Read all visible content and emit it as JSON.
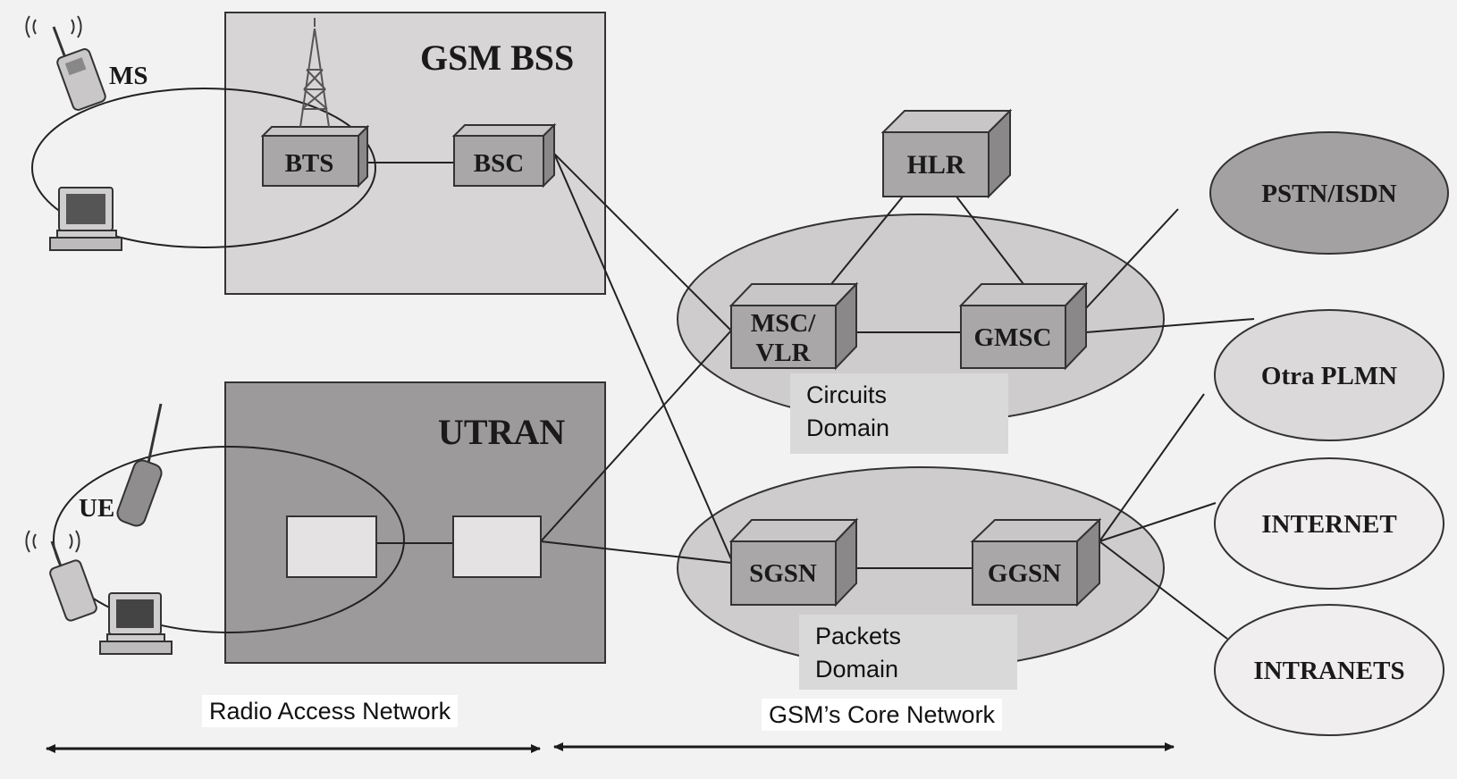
{
  "ran": {
    "gsm_bss": {
      "title": "GSM BSS",
      "bts": "BTS",
      "bsc": "BSC"
    },
    "utran": {
      "title": "UTRAN"
    },
    "ms_label": "MS",
    "ue_label": "UE",
    "caption": "Radio Access Network"
  },
  "core": {
    "hlr": "HLR",
    "msc_vlr": [
      "MSC/",
      "VLR"
    ],
    "gmsc": "GMSC",
    "sgsn": "SGSN",
    "ggsn": "GGSN",
    "circuits_domain": [
      "Circuits",
      "Domain"
    ],
    "packets_domain": [
      "Packets",
      "Domain"
    ],
    "caption": "GSM’s Core Network"
  },
  "external": {
    "pstn_isdn": "PSTN/ISDN",
    "otra_plmn": "Otra PLMN",
    "internet": "INTERNET",
    "intranets": "INTRANETS"
  },
  "colors": {
    "background": "#f3f2f2",
    "gsm_bss_fill": "#d8d5d7",
    "utran_fill": "#9d9a9c",
    "domain_fill": "#cfcccd",
    "node_front": "#a9a7a8",
    "node_top": "#c8c6c7",
    "node_side": "#8a8889",
    "light_box": "#e4e2e3",
    "overlay": "#d9d9d9"
  }
}
